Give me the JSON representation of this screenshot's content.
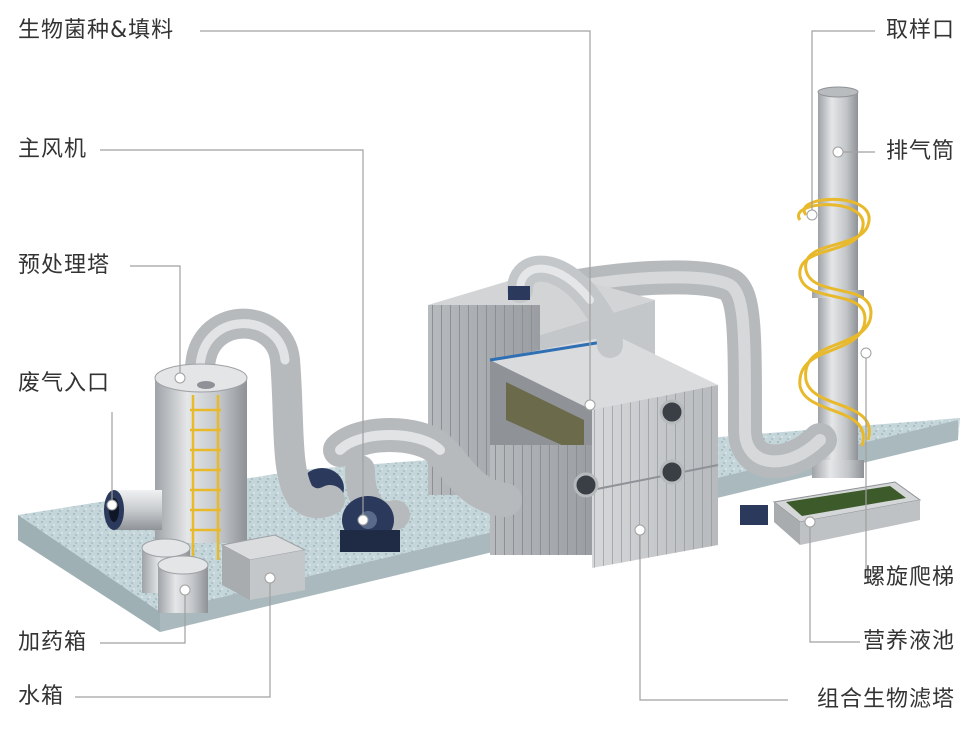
{
  "labels": {
    "bio_fill": "生物菌种&填料",
    "main_fan": "主风机",
    "pretreat_tower": "预处理塔",
    "gas_inlet": "废气入口",
    "dosing_tank": "加药箱",
    "water_tank": "水箱",
    "sampling_port": "取样口",
    "exhaust_stack": "排气筒",
    "spiral_ladder": "螺旋爬梯",
    "nutrient_pool": "营养液池",
    "bio_filter_tower": "组合生物滤塔"
  },
  "colors": {
    "leader_line": "#a0a0a0",
    "dot": "#ffffff",
    "steel": "#c9cbcd",
    "steel_dark": "#9ea1a4",
    "ground": "#bcd0d6",
    "ladder": "#e8b92a",
    "motor": "#2b3a5c",
    "pool": "#3d5a2a",
    "media": "#6b6a4a",
    "pipe_blue": "#2f6fb3"
  }
}
